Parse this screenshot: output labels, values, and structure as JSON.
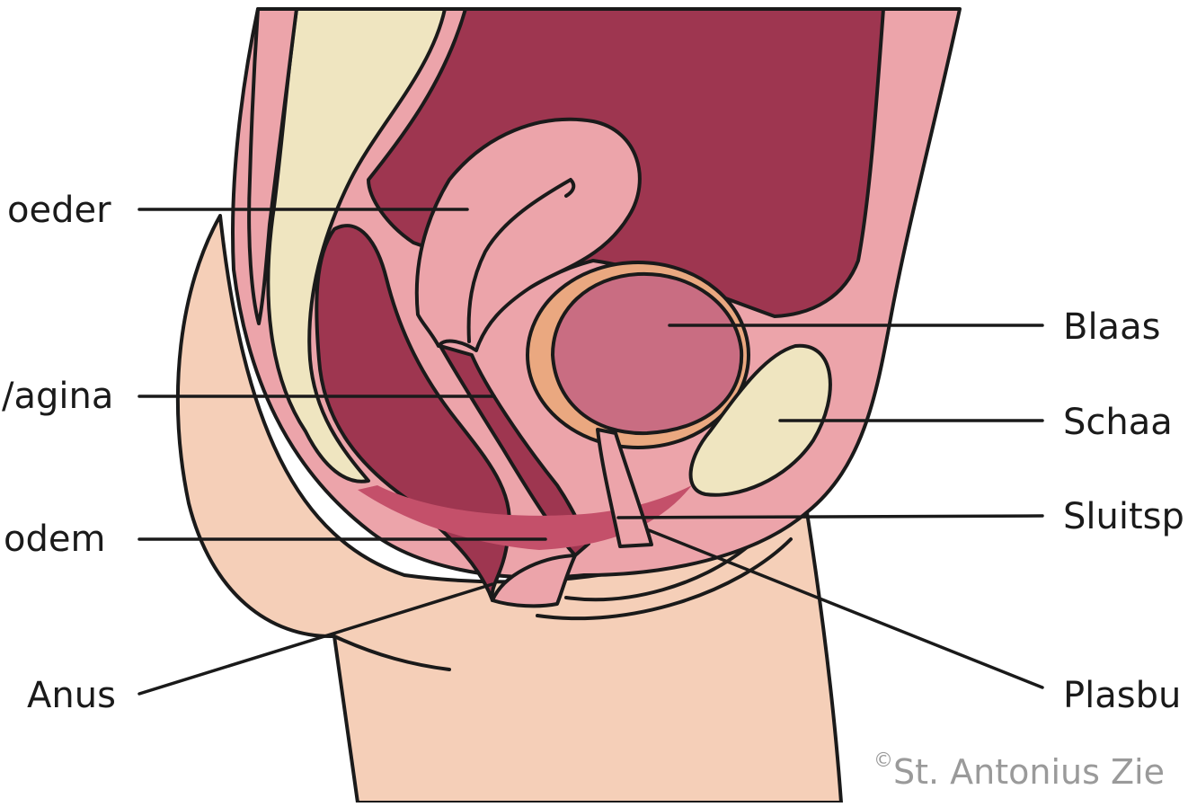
{
  "labels": {
    "left_top": "oeder",
    "left_vagina": "/agina",
    "left_bottom": "odem",
    "left_anus": "Anus",
    "right_blaas": "Blaas",
    "right_schaam": "Schaa",
    "right_sluit": "Sluitsp",
    "right_plas": "Plasbu"
  },
  "credit": {
    "symbol": "©",
    "text": "St. Antonius Zie"
  },
  "colors": {
    "body_skin": "#f5cfb8",
    "pink_tissue": "#eca4aa",
    "dark_red": "#9e3650",
    "bone_cream": "#efe5c0",
    "bladder_fill": "#c96d82",
    "bladder_wall": "#eaa880",
    "pelvic_floor": "#c4506a",
    "outline": "#1a1a1a"
  }
}
